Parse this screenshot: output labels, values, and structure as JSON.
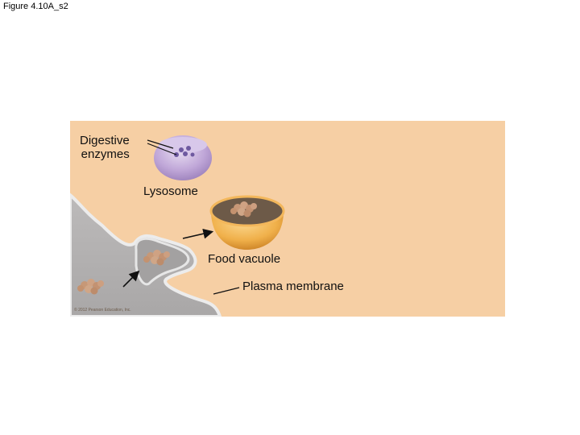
{
  "slide": {
    "title": "Figure 4.10A_s2"
  },
  "diagram": {
    "labels": {
      "digestive_line1": "Digestive",
      "digestive_line2": "enzymes",
      "lysosome": "Lysosome",
      "food_vacuole": "Food vacuole",
      "plasma_membrane": "Plasma membrane"
    },
    "copyright": "© 2012 Pearson Education, Inc.",
    "colors": {
      "background": "#f6cfa4",
      "cell_body": "#b5b3b3",
      "membrane_edge": "#dcdcdc",
      "lysosome": "#b99fd0",
      "vacuole": "#eca63e",
      "food_particle": "#c99a7a"
    }
  }
}
